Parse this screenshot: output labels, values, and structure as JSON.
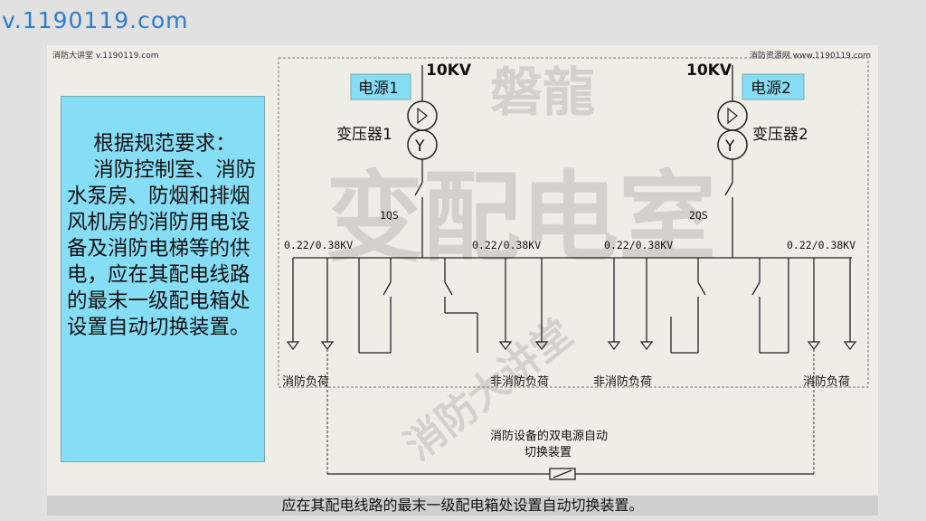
{
  "site_url": "v.1190119.com",
  "header": {
    "left": "消防大讲堂 v.1190119.com",
    "right": "消防资源网 www.1190119.com"
  },
  "note": {
    "line1": "根据规范要求：",
    "line2": "消防控制室、消防水泵房、防烟和排烟风机房的消防用电设备及消防电梯等的供电，应在其配电线路的最末一级配电箱处设置自动切换装置。"
  },
  "watermark": {
    "top": "磐龍",
    "main": "变配电室",
    "diag": "消防大讲堂"
  },
  "diagram": {
    "source1": "电源1",
    "source2": "电源2",
    "voltage1": "10KV",
    "voltage2": "10KV",
    "transformer1": "变压器1",
    "transformer2": "变压器2",
    "switch1": "1QS",
    "switch2": "2QS",
    "transformer_symbol": "Y",
    "bus_voltage_1": "0.22/0.38KV",
    "bus_voltage_2": "0.22/0.38KV",
    "bus_voltage_3": "0.22/0.38KV",
    "bus_voltage_4": "0.22/0.38KV",
    "load_fire_left": "消防负荷",
    "load_nonfire_1": "非消防负荷",
    "load_nonfire_2": "非消防负荷",
    "load_fire_right": "消防负荷",
    "ats_label_1": "消防设备的双电源自动",
    "ats_label_2": "切换装置"
  },
  "caption": "应在其配电线路的最末一级配电箱处设置自动切换装置。"
}
